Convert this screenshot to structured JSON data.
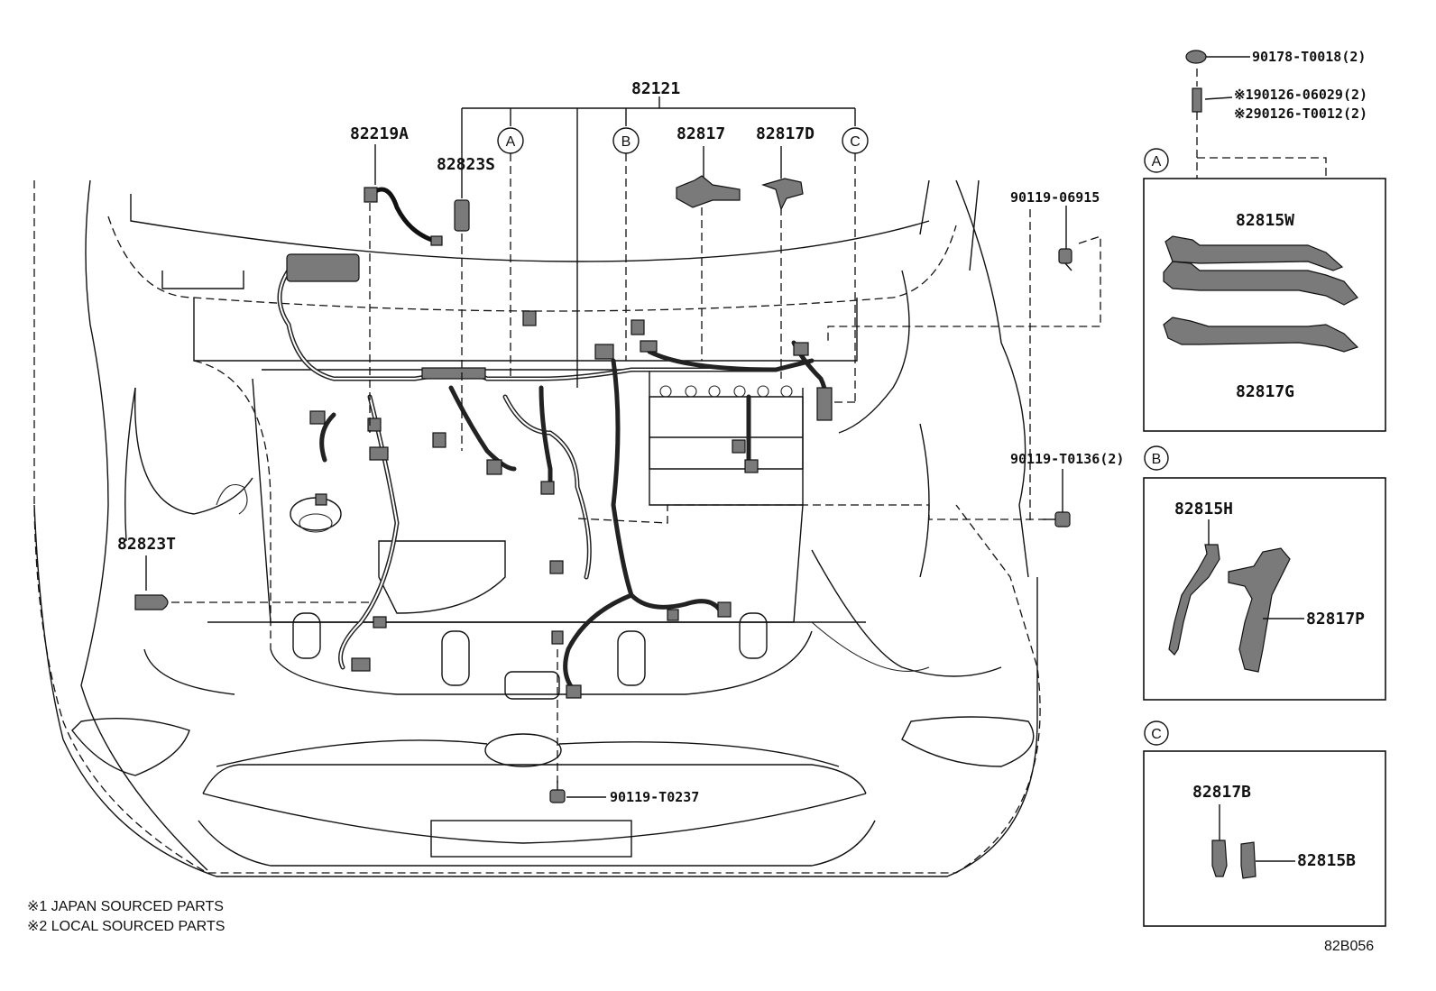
{
  "labels": {
    "p82121": "82121",
    "p82219A": "82219A",
    "p82823S": "82823S",
    "p82817": "82817",
    "p82817D": "82817D",
    "p90119_06915": "90119-06915",
    "p90119_T0136": "90119-T0136(2)",
    "p82823T": "82823T",
    "p90119_T0237": "90119-T0237",
    "p90178": "90178-T0018(2)",
    "p90126_06029": "※190126-06029(2)",
    "p90126_T0012": "※290126-T0012(2)"
  },
  "callouts": {
    "a": "A",
    "b": "B",
    "c": "C"
  },
  "inset_a": {
    "top": "82815W",
    "bottom": "82817G"
  },
  "inset_b": {
    "left": "82815H",
    "right": "82817P"
  },
  "inset_c": {
    "left": "82817B",
    "right": "82815B"
  },
  "notes": {
    "n1": "※1 JAPAN SOURCED PARTS",
    "n2": "※2 LOCAL SOURCED PARTS"
  },
  "diagram_code": "82B056"
}
